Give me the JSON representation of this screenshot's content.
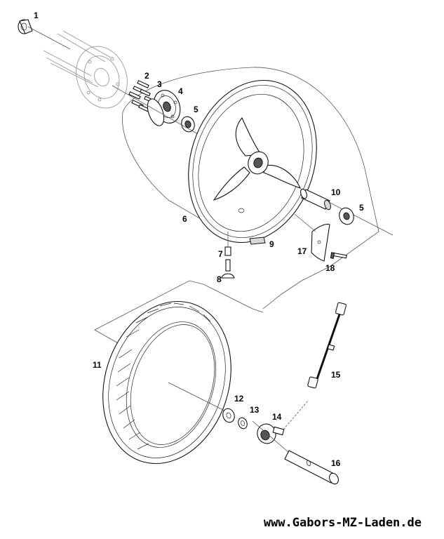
{
  "callouts": {
    "c1": "1",
    "c2": "2",
    "c3": "3",
    "c4": "4",
    "c5a": "5",
    "c5b": "5",
    "c6": "6",
    "c7": "7",
    "c8": "8",
    "c9": "9",
    "c10": "10",
    "c11": "11",
    "c12": "12",
    "c13": "13",
    "c14": "14",
    "c15": "15",
    "c16": "16",
    "c17": "17",
    "c18": "18"
  },
  "footer": {
    "website": "www.Gabors-MZ-Laden.de"
  }
}
